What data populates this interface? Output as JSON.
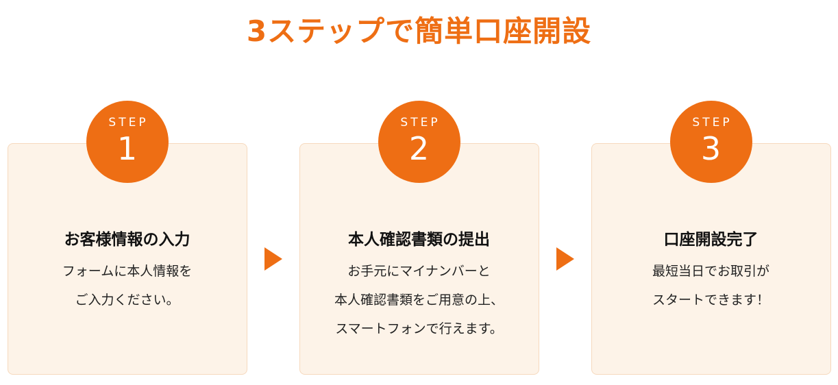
{
  "page": {
    "title": "3ステップで簡単口座開設"
  },
  "colors": {
    "accent": "#ee6e14",
    "card_background": "#fdf3e8",
    "card_border": "#f6d9bd",
    "badge_text": "#ffffff",
    "title_text": "#111111",
    "body_text": "#222222"
  },
  "icons": {
    "arrow": "right-triangle-icon"
  },
  "steps": [
    {
      "badge_label": "STEP",
      "badge_number": "1",
      "title": "お客様情報の入力",
      "description": [
        "フォームに本人情報を",
        "ご入力ください。"
      ]
    },
    {
      "badge_label": "STEP",
      "badge_number": "2",
      "title": "本人確認書類の提出",
      "description": [
        "お手元にマイナンバーと",
        "本人確認書類をご用意の上、",
        "スマートフォンで行えます。"
      ]
    },
    {
      "badge_label": "STEP",
      "badge_number": "3",
      "title": "口座開設完了",
      "description": [
        "最短当日でお取引が",
        "スタートできます！"
      ]
    }
  ]
}
